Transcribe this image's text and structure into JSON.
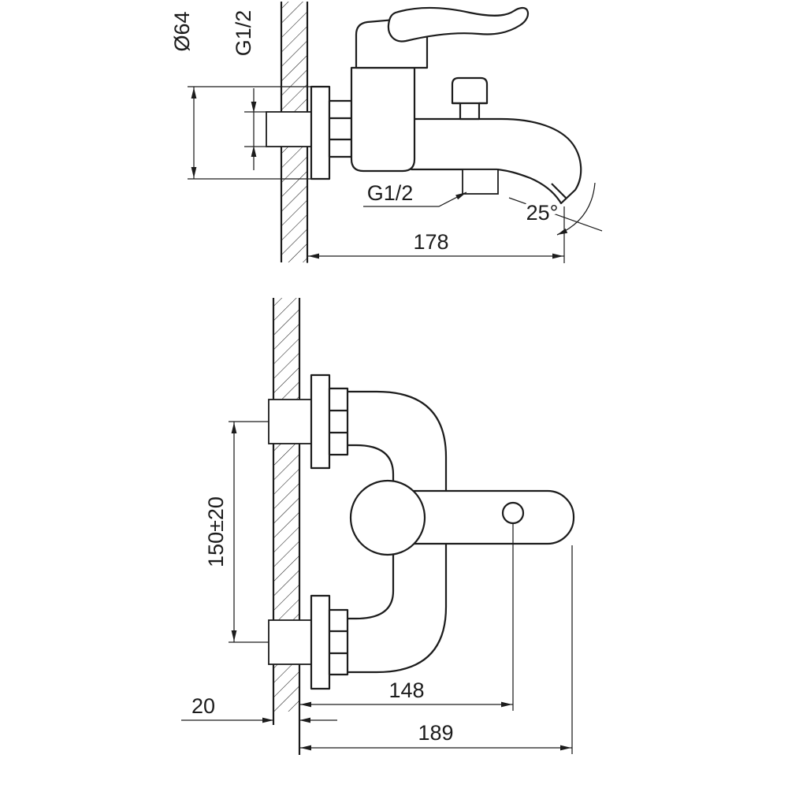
{
  "page": {
    "background": "#ffffff",
    "line_color": "#1c1c1c"
  },
  "drawing": {
    "side_view": {
      "flange_diameter_label": "Ø64",
      "wall_connection_thread_label": "G1/2",
      "shower_outlet_thread_label": "G1/2",
      "spout_angle_label": "25°",
      "spout_reach_label": "178"
    },
    "front_view": {
      "supply_centers_label": "150±20",
      "outlet_offset_label": "148",
      "wall_thickness_label": "20",
      "overall_width_label": "189"
    }
  }
}
